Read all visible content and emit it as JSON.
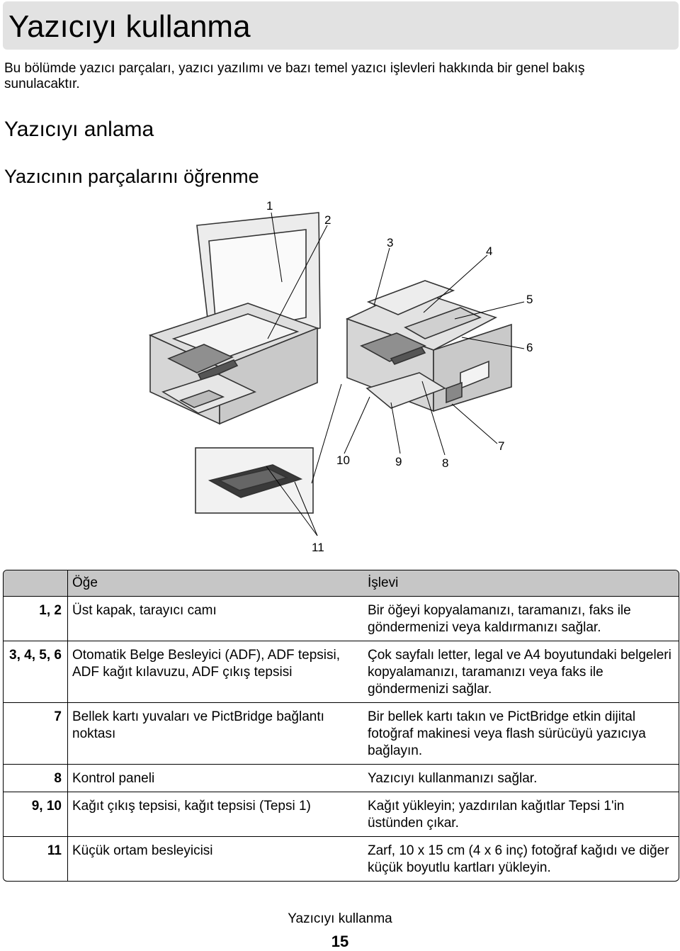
{
  "chapter_title": "Yazıcıyı kullanma",
  "intro": "Bu bölümde yazıcı parçaları, yazıcı yazılımı ve bazı temel yazıcı işlevleri hakkında bir genel bakış sunulacaktır.",
  "section_heading": "Yazıcıyı anlama",
  "subsection_heading": "Yazıcının parçalarını öğrenme",
  "figure": {
    "callouts": [
      "1",
      "2",
      "3",
      "4",
      "5",
      "6",
      "7",
      "8",
      "9",
      "10",
      "11"
    ]
  },
  "table": {
    "headers": [
      "",
      "Öğe",
      "İşlevi"
    ],
    "rows": [
      {
        "num": "1, 2",
        "item": "Üst kapak, tarayıcı camı",
        "function": "Bir öğeyi kopyalamanızı, taramanızı, faks ile göndermenizi veya kaldırmanızı sağlar."
      },
      {
        "num": "3, 4, 5, 6",
        "item": "Otomatik Belge Besleyici (ADF), ADF tepsisi, ADF kağıt kılavuzu, ADF çıkış tepsisi",
        "function": "Çok sayfalı letter, legal ve A4 boyutundaki belgeleri kopyalamanızı, taramanızı veya faks ile göndermenizi sağlar."
      },
      {
        "num": "7",
        "item": "Bellek kartı yuvaları ve PictBridge bağlantı noktası",
        "function": "Bir bellek kartı takın ve PictBridge etkin dijital fotoğraf makinesi veya flash sürücüyü yazıcıya bağlayın."
      },
      {
        "num": "8",
        "item": "Kontrol paneli",
        "function": "Yazıcıyı kullanmanızı sağlar."
      },
      {
        "num": "9, 10",
        "item": "Kağıt çıkış tepsisi, kağıt tepsisi (Tepsi 1)",
        "function": "Kağıt yükleyin; yazdırılan kağıtlar Tepsi 1'in üstünden çıkar."
      },
      {
        "num": "11",
        "item": "Küçük ortam besleyicisi",
        "function": "Zarf, 10 x 15 cm (4 x 6 inç) fotoğraf kağıdı ve diğer küçük boyutlu kartları yükleyin."
      }
    ]
  },
  "footer": {
    "running_title": "Yazıcıyı kullanma",
    "page_number": "15"
  }
}
